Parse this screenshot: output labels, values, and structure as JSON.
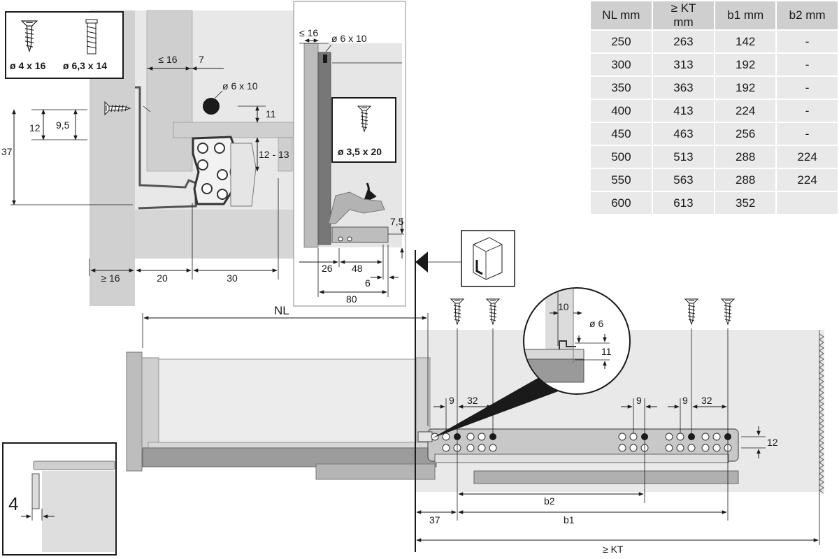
{
  "table": {
    "headers": [
      "NL mm",
      "≥ KT mm",
      "b1 mm",
      "b2 mm"
    ],
    "rows": [
      [
        "250",
        "263",
        "142",
        "-"
      ],
      [
        "300",
        "313",
        "192",
        "-"
      ],
      [
        "350",
        "363",
        "192",
        "-"
      ],
      [
        "400",
        "413",
        "224",
        "-"
      ],
      [
        "450",
        "463",
        "256",
        "-"
      ],
      [
        "500",
        "513",
        "288",
        "224"
      ],
      [
        "550",
        "563",
        "288",
        "224"
      ],
      [
        "600",
        "613",
        "352",
        ""
      ]
    ]
  },
  "screws": {
    "small": "ø 4 x 16",
    "euro": "ø 6,3 x 14",
    "front": "ø 3,5 x 20"
  },
  "cross_section": {
    "le16": "≤ 16",
    "d7": "7",
    "pin": "ø 6 x 10",
    "d11": "11",
    "d12_13": "12 - 13",
    "d9_5": "9,5",
    "d12": "12",
    "d37": "37",
    "ge16": "≥ 16",
    "d20": "20",
    "d30": "30"
  },
  "front_view": {
    "le16": "≤ 16",
    "pin": "ø 6 x 10",
    "d7_5": "7,5",
    "d26": "26",
    "d48": "48",
    "d6": "6",
    "d80": "80"
  },
  "detail": {
    "d10": "10",
    "d6": "ø 6",
    "d11": "11"
  },
  "side_view": {
    "nl": "NL",
    "d9a": "9",
    "d32a": "32",
    "d9b": "9",
    "d9c": "9",
    "d32b": "32",
    "d12": "12",
    "b2": "b2",
    "d37": "37",
    "b1": "b1",
    "kt": "≥ KT"
  },
  "inset": {
    "d4": "4"
  }
}
